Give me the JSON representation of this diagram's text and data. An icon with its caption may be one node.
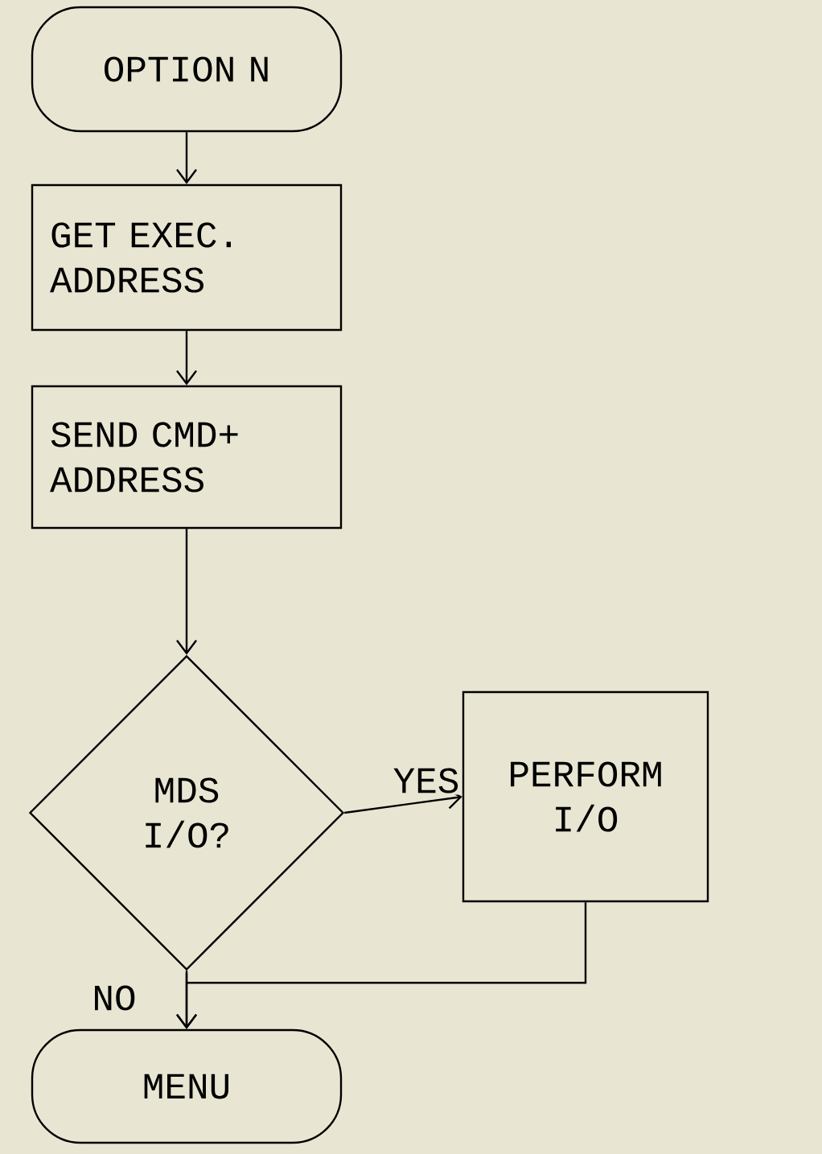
{
  "diagram": {
    "nodes": [
      {
        "text": [
          "OPTION N"
        ]
      },
      {
        "text": [
          "GET EXEC. ADDRESS"
        ]
      },
      {
        "text": [
          "SEND CMD+ ADDRESS"
        ]
      },
      {
        "text": [
          "MDS I/O?"
        ]
      },
      {
        "text": [
          "PERFORM I/O"
        ]
      },
      {
        "text": [
          "MENU"
        ]
      }
    ],
    "edges": [
      {
        "from": 0,
        "to": 1,
        "arrow": "to"
      },
      {
        "from": 1,
        "to": 2,
        "arrow": "to"
      },
      {
        "from": 2,
        "to": 3,
        "arrow": "to"
      },
      {
        "from": 3,
        "to": 4,
        "arrow": "to",
        "label": "YES"
      },
      {
        "from": 3,
        "to": 5,
        "arrow": "to",
        "label": "NO"
      },
      {
        "from": 4,
        "to": 5,
        "arrow": "to"
      }
    ]
  }
}
